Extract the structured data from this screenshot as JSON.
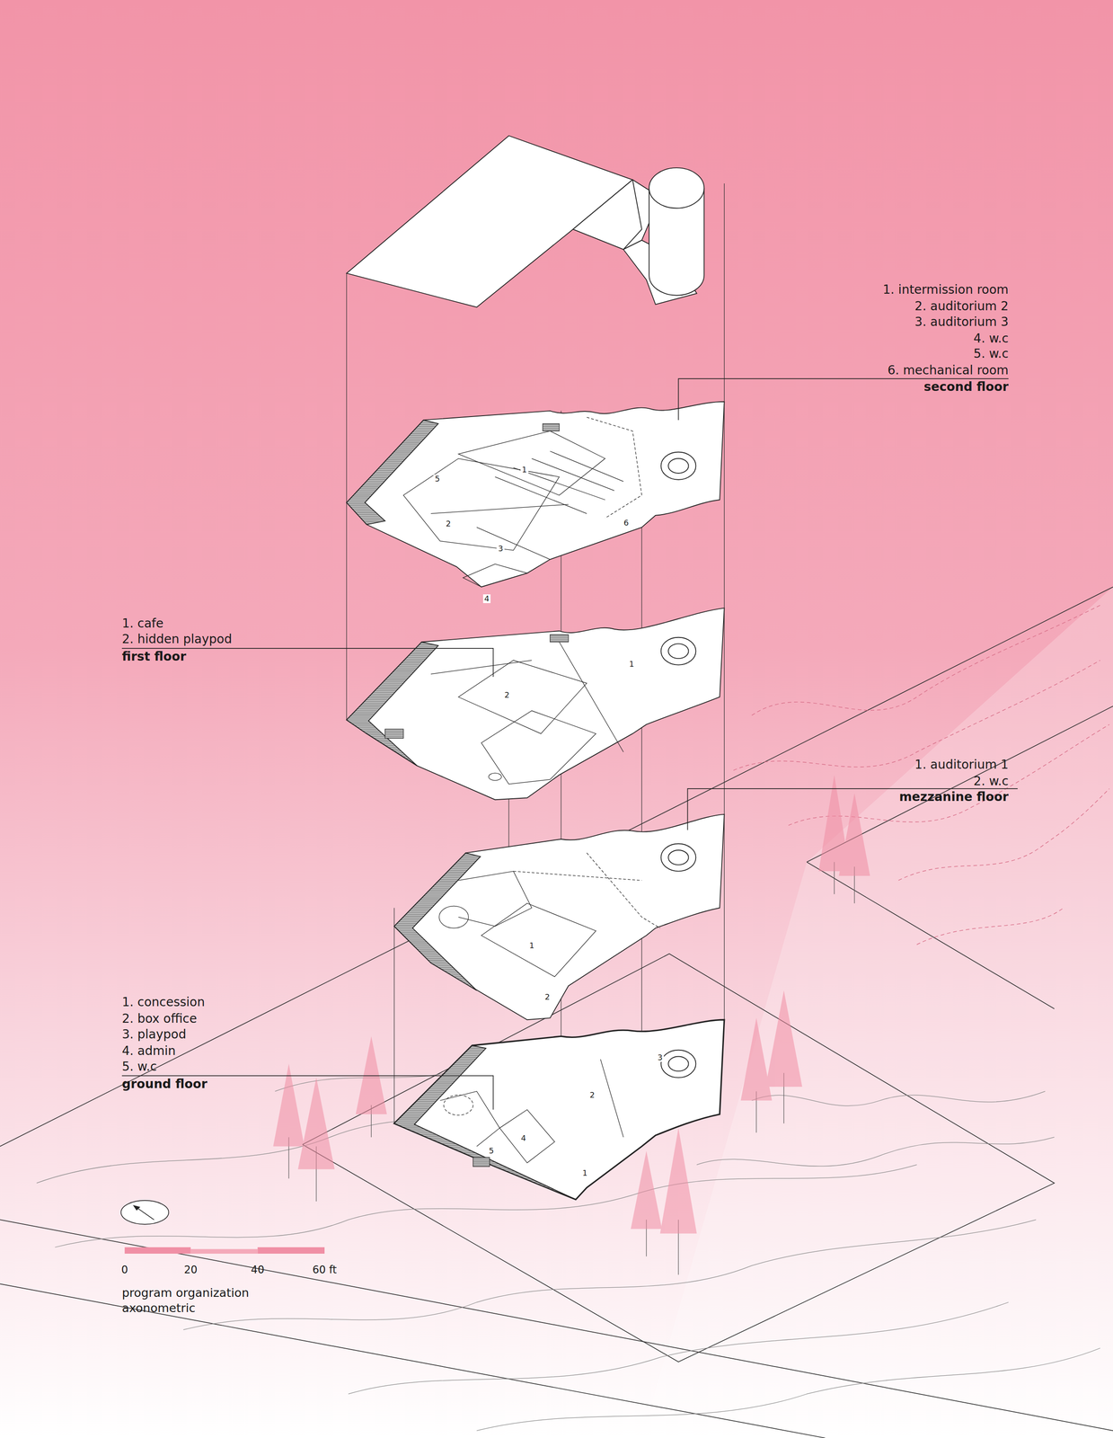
{
  "diagram": {
    "caption": "program organization axonometric",
    "labels": [
      "1. intermission room",
      "2. auditorium 2",
      "3. auditorium 3",
      "4. w.c",
      "5. w.c",
      "6. mechanical room",
      "second floor",
      "1. cafe",
      "2. hidden playpod",
      "first floor",
      "1. auditorium 1",
      "2. w.c",
      "mezzanine floor",
      "1. concession",
      "2. box office",
      "3. playpod",
      "4. admin",
      "5. w.c",
      "ground floor",
      "1",
      "2",
      "3",
      "4",
      "5",
      "6",
      "1",
      "2",
      "1",
      "2",
      "1",
      "2",
      "3",
      "4",
      "5",
      "0",
      "20",
      "40",
      "60 ft"
    ]
  }
}
